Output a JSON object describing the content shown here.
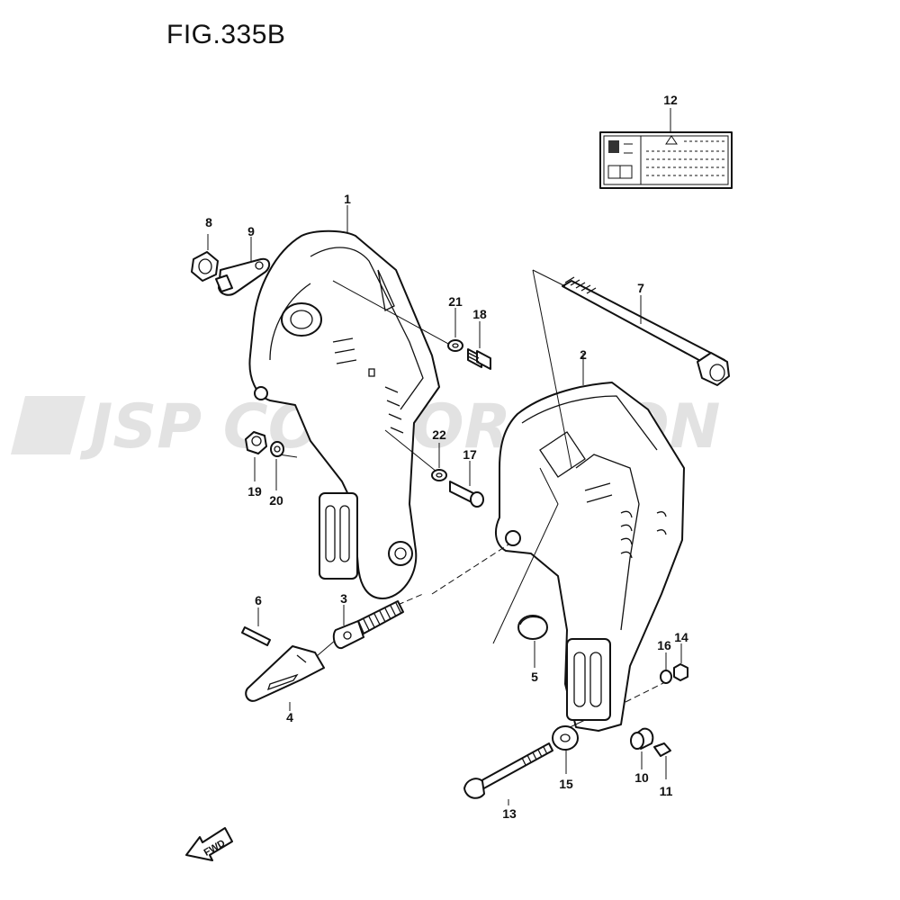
{
  "figure": {
    "title": "FIG.335B"
  },
  "watermark": {
    "text": "JSP CORPORATION"
  },
  "fwd_label": "FWD",
  "parts": {
    "p1": "1",
    "p2": "2",
    "p3": "3",
    "p4": "4",
    "p5": "5",
    "p6": "6",
    "p7": "7",
    "p8": "8",
    "p9": "9",
    "p10": "10",
    "p11": "11",
    "p12": "12",
    "p13": "13",
    "p14": "14",
    "p15": "15",
    "p16": "16",
    "p17": "17",
    "p18": "18",
    "p19": "19",
    "p20": "20",
    "p21": "21",
    "p22": "22"
  },
  "icons": {
    "label_12": "warning-label-icon",
    "fwd": "forward-arrow-icon"
  }
}
